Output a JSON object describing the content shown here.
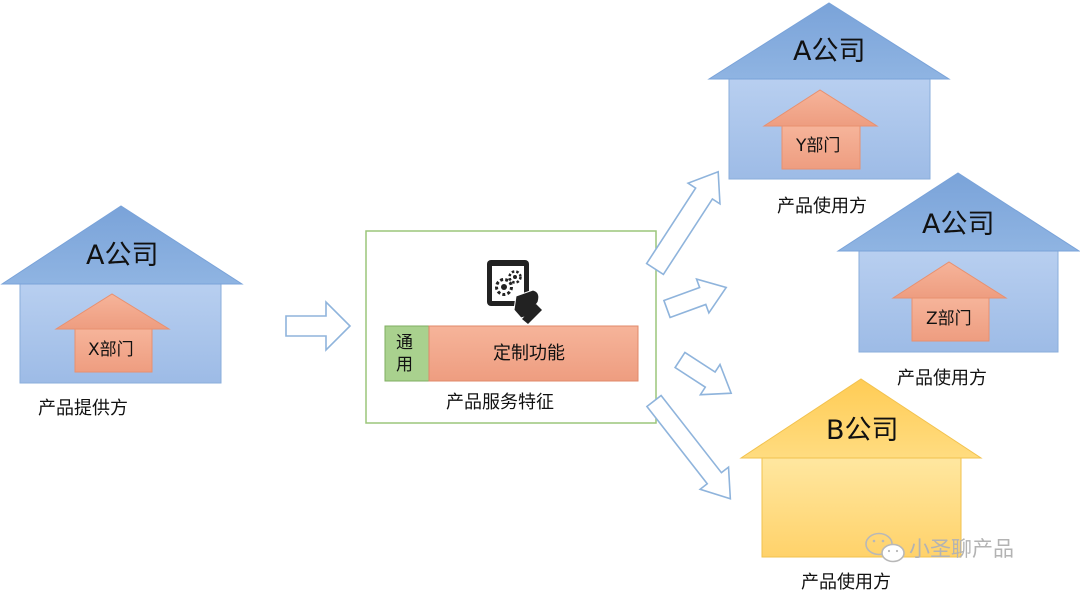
{
  "provider": {
    "company": "A公司",
    "department": "X部门",
    "caption": "产品提供方"
  },
  "service": {
    "general_label": "通\n用",
    "custom_label": "定制功能",
    "caption": "产品服务特征",
    "icon": "tablet-gear-hand-icon"
  },
  "users": [
    {
      "company": "A公司",
      "department": "Y部门",
      "caption": "产品使用方"
    },
    {
      "company": "A公司",
      "department": "Z部门",
      "caption": "产品使用方"
    },
    {
      "company": "B公司",
      "caption": "产品使用方"
    }
  ],
  "watermark": {
    "text": "小圣聊产品",
    "icon": "wechat-icon"
  },
  "colors": {
    "blue_roof": "#7aa3d9",
    "blue_body": "#a9c4e8",
    "orange": "#f0a98f",
    "yellow_roof": "#ffd56b",
    "yellow_body": "#ffe08c",
    "green": "#a9d18e",
    "frame_green": "#9bc67a",
    "arrow_stroke": "#8fb4dc"
  }
}
